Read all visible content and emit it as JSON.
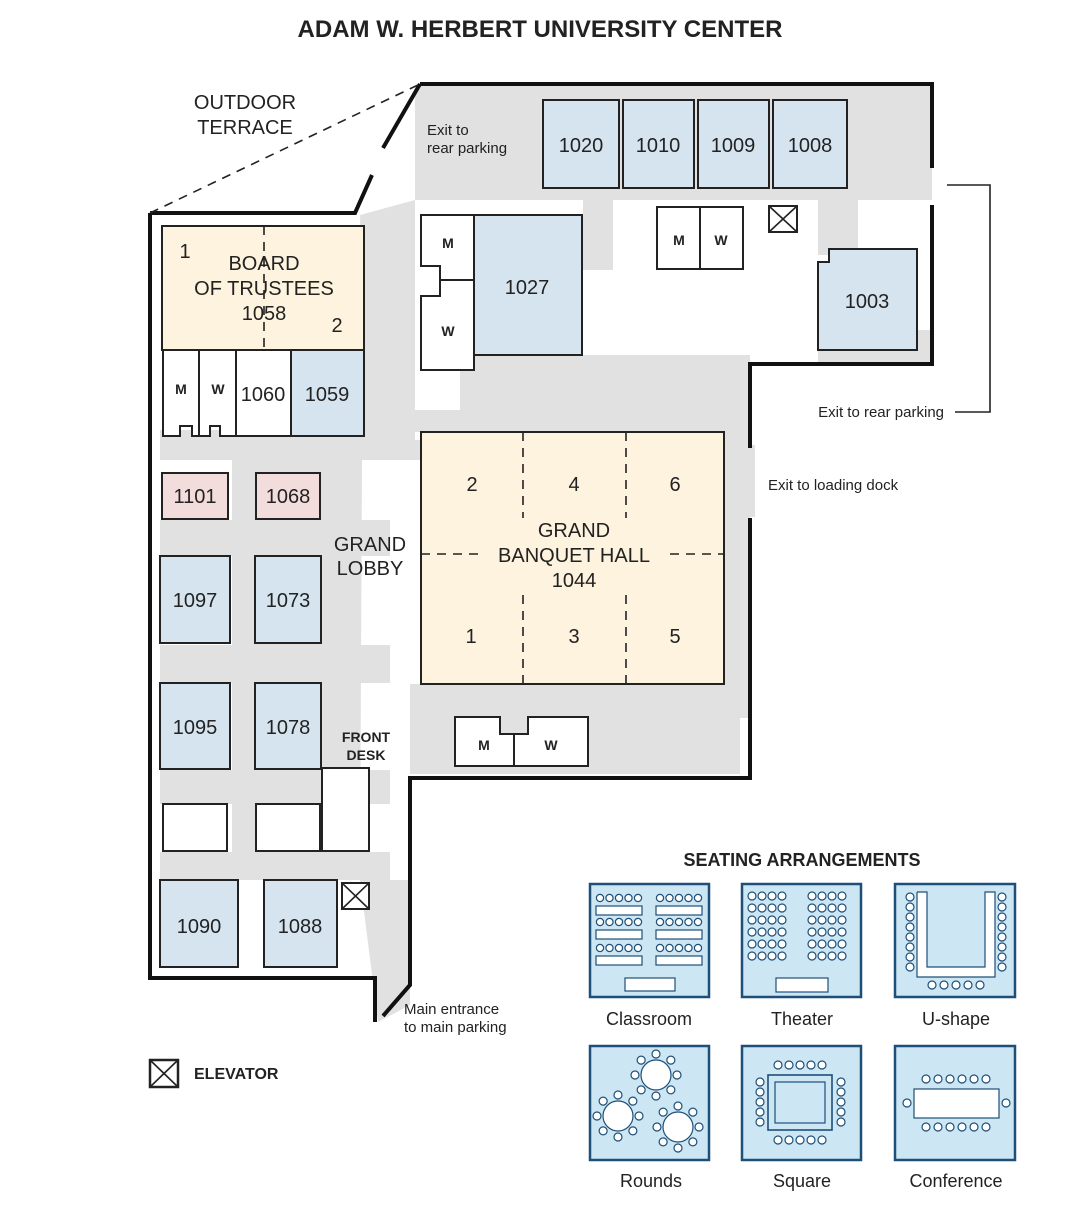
{
  "title": "ADAM W. HERBERT UNIVERSITY CENTER",
  "colors": {
    "meeting_room": "#d5e4ee",
    "event_space": "#fdf3de",
    "special_room": "#f3dcdc",
    "hallway": "#e1e1e1",
    "seating_outline": "#1d4f78"
  },
  "labels": {
    "outdoor_terrace_1": "OUTDOOR",
    "outdoor_terrace_2": "TERRACE",
    "grand_lobby_1": "GRAND",
    "grand_lobby_2": "LOBBY",
    "front_desk_1": "FRONT",
    "front_desk_2": "DESK",
    "exit_rear_top_1": "Exit to",
    "exit_rear_top_2": "rear parking",
    "exit_rear_right": "Exit to rear parking",
    "exit_loading": "Exit to loading dock",
    "main_entrance_1": "Main entrance",
    "main_entrance_2": "to main parking"
  },
  "rooms": {
    "r1020": "1020",
    "r1010": "1010",
    "r1009": "1009",
    "r1008": "1008",
    "r1027": "1027",
    "r1003": "1003",
    "r1060": "1060",
    "r1059": "1059",
    "r1101": "1101",
    "r1068": "1068",
    "r1097": "1097",
    "r1073": "1073",
    "r1095": "1095",
    "r1078": "1078",
    "r1090": "1090",
    "r1088": "1088"
  },
  "board": {
    "name_1": "BOARD",
    "name_2": "OF TRUSTEES",
    "number": "1058",
    "sec_1": "1",
    "sec_2": "2"
  },
  "banquet": {
    "name_1": "GRAND",
    "name_2": "BANQUET HALL",
    "number": "1044",
    "sections": [
      "2",
      "4",
      "6",
      "1",
      "3",
      "5"
    ]
  },
  "restroom": {
    "men": "M",
    "women": "W"
  },
  "legend": {
    "elevator": "ELEVATOR"
  },
  "seating": {
    "title": "SEATING ARRANGEMENTS",
    "styles": [
      "Classroom",
      "Theater",
      "U-shape",
      "Rounds",
      "Square",
      "Conference"
    ]
  }
}
